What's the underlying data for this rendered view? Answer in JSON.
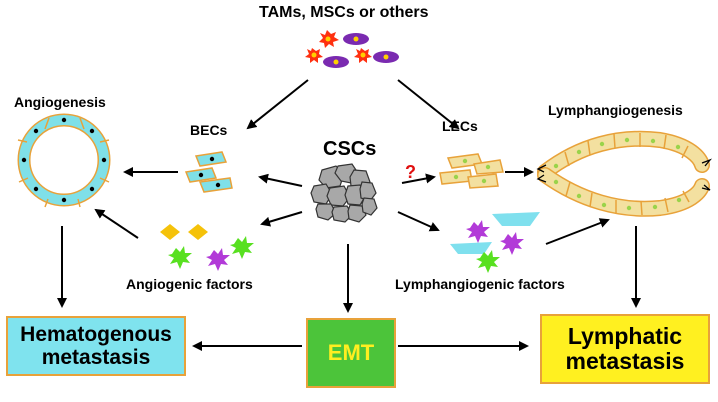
{
  "labels": {
    "top_sources": "TAMs, MSCs or others",
    "angiogenesis": "Angiogenesis",
    "lymphangiogenesis": "Lymphangiogenesis",
    "becs": "BECs",
    "lecs": "LECs",
    "cscs": "CSCs",
    "question": "?",
    "angiogenic_factors": "Angiogenic factors",
    "lymphangiogenic_factors": "Lymphangiogenic factors"
  },
  "boxes": {
    "hematogenous": "Hematogenous metastasis",
    "emt": "EMT",
    "lymphatic": "Lymphatic metastasis"
  },
  "colors": {
    "cell_cyan": "#7fe0e8",
    "cell_border": "#e8a23a",
    "lec_fill": "#f3e0a0",
    "nucleus_green": "#9ad34a",
    "csc_gray": "#a8a8a8",
    "factor_yellow": "#f5c20a",
    "factor_green": "#58e020",
    "factor_purple": "#b23ad8",
    "factor_cyan": "#7fe0ee",
    "macro_red": "#ff3010",
    "macro_purple": "#7a2ab0",
    "hema_box": "#7fe3ee",
    "emt_box": "#4cc43a",
    "emt_text": "#ffee20",
    "lymph_box": "#fff020",
    "question_red": "#e01010"
  }
}
